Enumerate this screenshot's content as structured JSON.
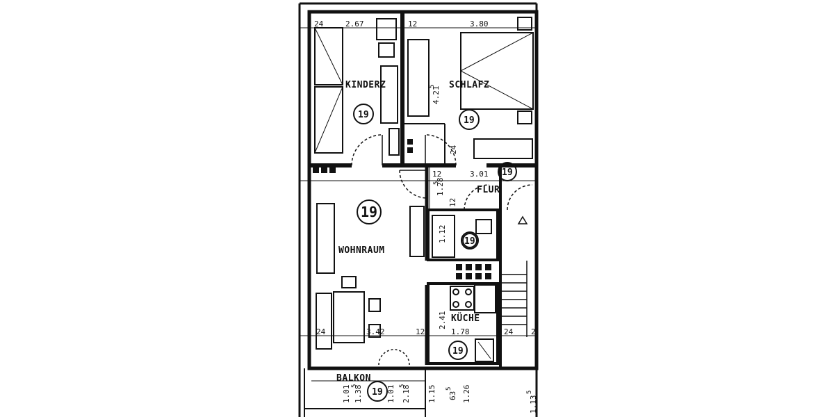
{
  "rooms": {
    "kinderz": "KINDERZ",
    "schlafz": "SCHLAFZ",
    "wohnraum": "WOHNRAUM",
    "flur": "FLUR",
    "kueche": "KÜCHE",
    "balkon": "BALKON"
  },
  "marks": {
    "kinderz": "19",
    "schlafz": "19",
    "flur": "19",
    "wohnraum": "19",
    "bath": "19",
    "kueche": "19",
    "balkon": "19"
  },
  "dims": {
    "k_wall": "24",
    "k_width": "2.67",
    "s_wall": "12",
    "s_width": "3.80",
    "depth": "4.21",
    "depth_sup": "5",
    "s_low_wall": "24",
    "flur_wall": "12",
    "flur_width": "3.01",
    "flur_depth": "1.28",
    "flur_depth_sup": "5",
    "flur_wall2": "12",
    "bath_depth": "1.12",
    "w_wall": "24",
    "w_width": "3.42",
    "w_wall2": "12",
    "kue_depth": "2.41",
    "kue_width": "1.78",
    "right_wall": "24",
    "right_digit": "2",
    "b1": "1.01",
    "b2": "1.38",
    "b2_sup": "5",
    "b3": "1.01",
    "b4": "2.18",
    "b4_sup": "5",
    "b5": "1.15",
    "b6": "63",
    "b6_sup": "5",
    "b7": "1.26",
    "b8": "1.13",
    "b8_sup": "5"
  }
}
